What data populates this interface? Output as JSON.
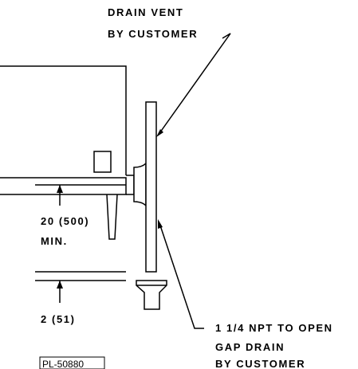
{
  "labels": {
    "drain_vent_line1": "DRAIN VENT",
    "drain_vent_line2": "BY CUSTOMER",
    "dim_upper_line1": "20 (500)",
    "dim_upper_line2": "MIN.",
    "dim_lower": "2 (51)",
    "npt_line1": "1 1/4 NPT TO OPEN",
    "npt_line2": "GAP DRAIN",
    "npt_line3": "BY CUSTOMER",
    "plate_id": "PL-50880"
  }
}
